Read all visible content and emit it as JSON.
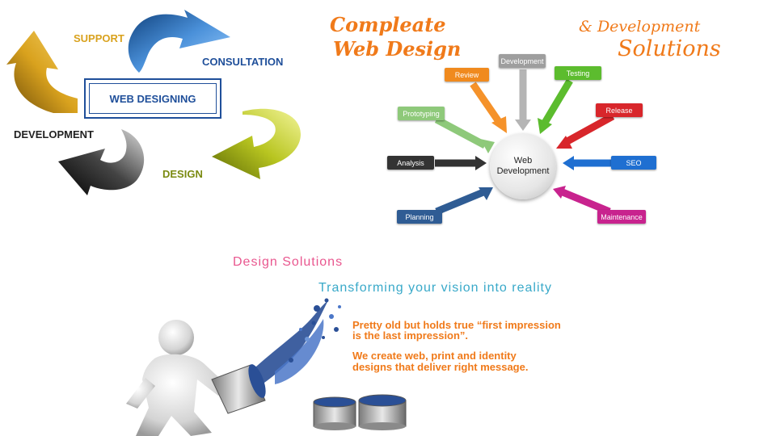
{
  "cycle": {
    "center": "WEB DESIGNING",
    "support": "SUPPORT",
    "consultation": "CONSULTATION",
    "development": "DEVELOPMENT",
    "design": "DESIGN"
  },
  "heading": {
    "line1": "Compleate",
    "line2": "Web Design",
    "line3": "& Development",
    "line4": "Solutions"
  },
  "hub": {
    "label_top": "Web",
    "label_bottom": "Development",
    "nodes": [
      {
        "label": "Development",
        "color": "#9e9e9e"
      },
      {
        "label": "Review",
        "color": "#f08a1e"
      },
      {
        "label": "Testing",
        "color": "#5cbc2e"
      },
      {
        "label": "Prototyping",
        "color": "#8ec97a"
      },
      {
        "label": "Release",
        "color": "#d8262b"
      },
      {
        "label": "Analysis",
        "color": "#333333"
      },
      {
        "label": "SEO",
        "color": "#1f6fd1"
      },
      {
        "label": "Planning",
        "color": "#2f5c94"
      },
      {
        "label": "Maintenance",
        "color": "#c8238e"
      }
    ]
  },
  "solutions": {
    "title": "Design Solutions",
    "subtitle": "Transforming your vision into reality",
    "para1_line1": "Pretty old but holds true “first impression",
    "para1_line2": "is the last impression”.",
    "para2_line1": "We create web, print and identity",
    "para2_line2": "designs that deliver right message."
  }
}
